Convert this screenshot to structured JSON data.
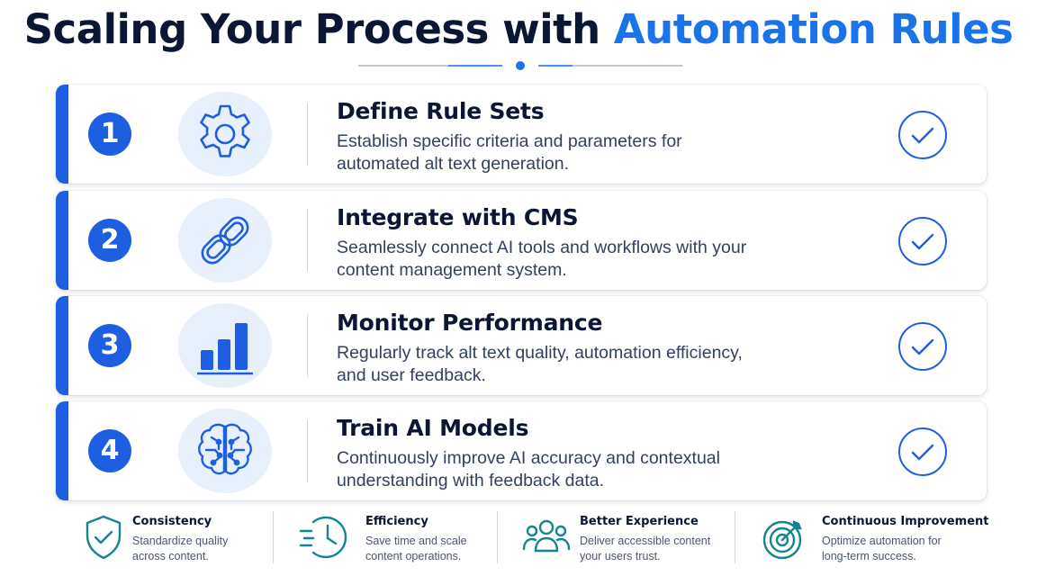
{
  "header": {
    "title_main": "Scaling Your Process with ",
    "title_accent": "Automation Rules"
  },
  "steps": [
    {
      "number": "1",
      "title": "Define Rule Sets",
      "description": "Establish specific criteria and parameters for automated alt text generation.",
      "icon": "gear-icon"
    },
    {
      "number": "2",
      "title": "Integrate with CMS",
      "description": "Seamlessly connect AI tools and workflows with your content management system.",
      "icon": "link-icon"
    },
    {
      "number": "3",
      "title": "Monitor Performance",
      "description": "Regularly track alt text quality, automation efficiency, and user feedback.",
      "icon": "bar-chart-icon"
    },
    {
      "number": "4",
      "title": "Train AI Models",
      "description": "Continuously improve AI accuracy and contextual understanding with feedback data.",
      "icon": "brain-icon"
    }
  ],
  "features": [
    {
      "title": "Consistency",
      "description": "Standardize quality across content.",
      "icon": "shield-check-icon"
    },
    {
      "title": "Efficiency",
      "description": "Save time and scale content operations.",
      "icon": "fast-clock-icon"
    },
    {
      "title": "Better Experience",
      "description": "Deliver accessible content your users trust.",
      "icon": "users-icon"
    },
    {
      "title": "Continuous Improvement",
      "description": "Optimize automation for long-term success.",
      "icon": "target-icon"
    }
  ],
  "colors": {
    "accent": "#1a73e8",
    "step_blue": "#1d5fe0",
    "teal": "#13858f",
    "navy": "#0b1634"
  }
}
